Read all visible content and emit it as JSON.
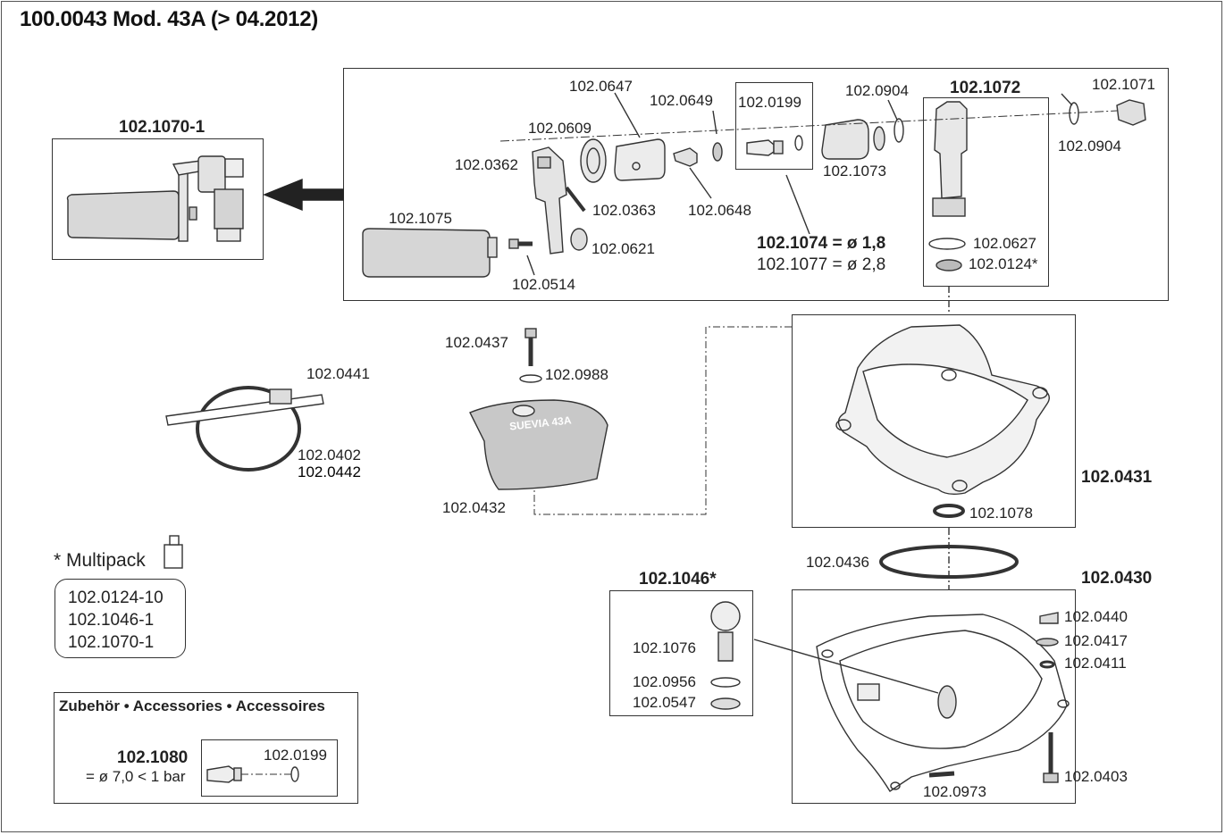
{
  "title": "100.0043 Mod. 43A (> 04.2012)",
  "groups": {
    "float_valve": "102.1070-1",
    "valve_tube": "102.1072",
    "bowl_top": "102.0431",
    "bowl_bottom": "102.0430",
    "drain_kit": "102.1046*",
    "nozzle_line1": "102.1074 = ø 1,8",
    "nozzle_line2": "102.1077 = ø 2,8"
  },
  "parts": {
    "p0647": "102.0647",
    "p0649": "102.0649",
    "p0199": "102.0199",
    "p0904a": "102.0904",
    "p1071": "102.1071",
    "p0904b": "102.0904",
    "p0609": "102.0609",
    "p0362": "102.0362",
    "p0363": "102.0363",
    "p0648": "102.0648",
    "p1073": "102.1073",
    "p1075": "102.1075",
    "p0621": "102.0621",
    "p0514": "102.0514",
    "p0627": "102.0627",
    "p0124": "102.0124*",
    "p0437": "102.0437",
    "p0988": "102.0988",
    "p0441": "102.0441",
    "p0402": "102.0402",
    "p0442": "102.0442",
    "p0432": "102.0432",
    "p1078": "102.1078",
    "p0436": "102.0436",
    "p1076": "102.1076",
    "p0956": "102.0956",
    "p0547": "102.0547",
    "p0440": "102.0440",
    "p0417": "102.0417",
    "p0411": "102.0411",
    "p0403": "102.0403",
    "p0973": "102.0973",
    "cover_text": "SUEVIA 43A"
  },
  "multipack": {
    "label": "* Multipack",
    "items": [
      "102.0124-10",
      "102.1046-1",
      "102.1070-1"
    ]
  },
  "accessories": {
    "title": "Zubehör • Accessories • Accessoires",
    "part": "102.1080",
    "spec": "= ø 7,0 < 1 bar",
    "sub_part": "102.0199"
  }
}
